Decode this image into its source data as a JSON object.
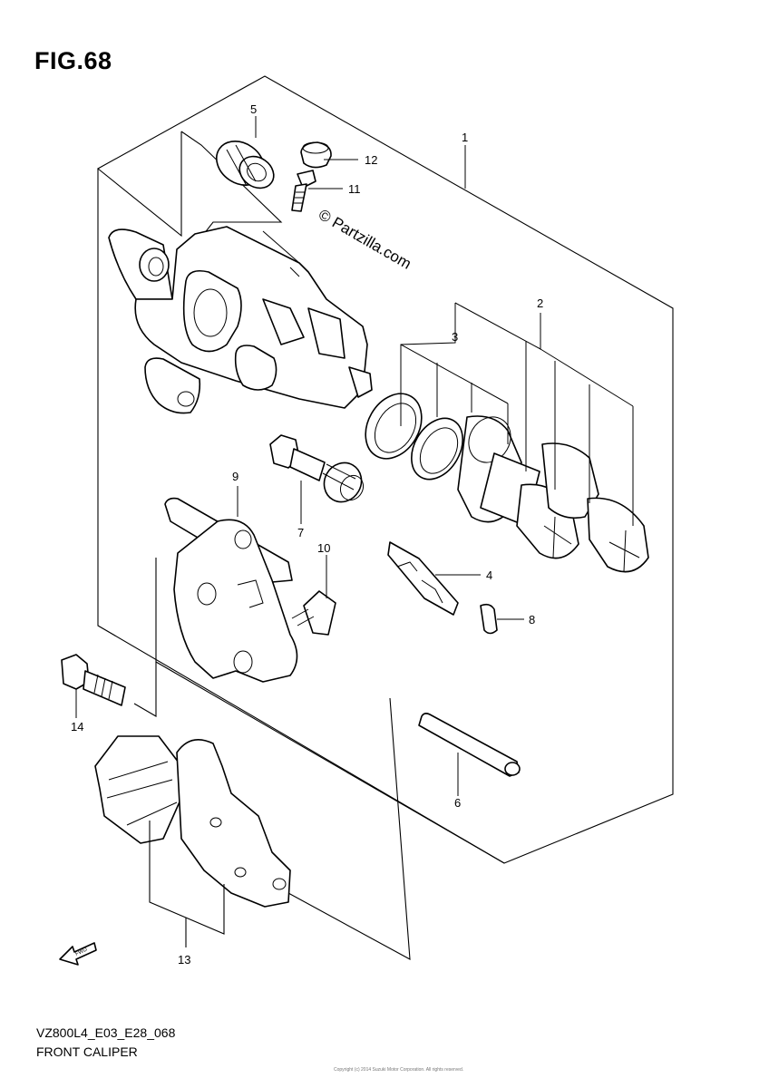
{
  "figure": {
    "title": "FIG.68",
    "code": "VZ800L4_E03_E28_068",
    "name": "FRONT CALIPER",
    "watermark": "© Partzilla.com",
    "fwd_label": "FWD",
    "copyright_small": "Copyright (c) 2014 Suzuki Motor Corporation. All rights reserved."
  },
  "callouts": {
    "c1": "1",
    "c2": "2",
    "c3": "3",
    "c4": "4",
    "c5": "5",
    "c6": "6",
    "c7": "7",
    "c8": "8",
    "c9": "9",
    "c10": "10",
    "c11": "11",
    "c12": "12",
    "c13": "13",
    "c14": "14"
  }
}
